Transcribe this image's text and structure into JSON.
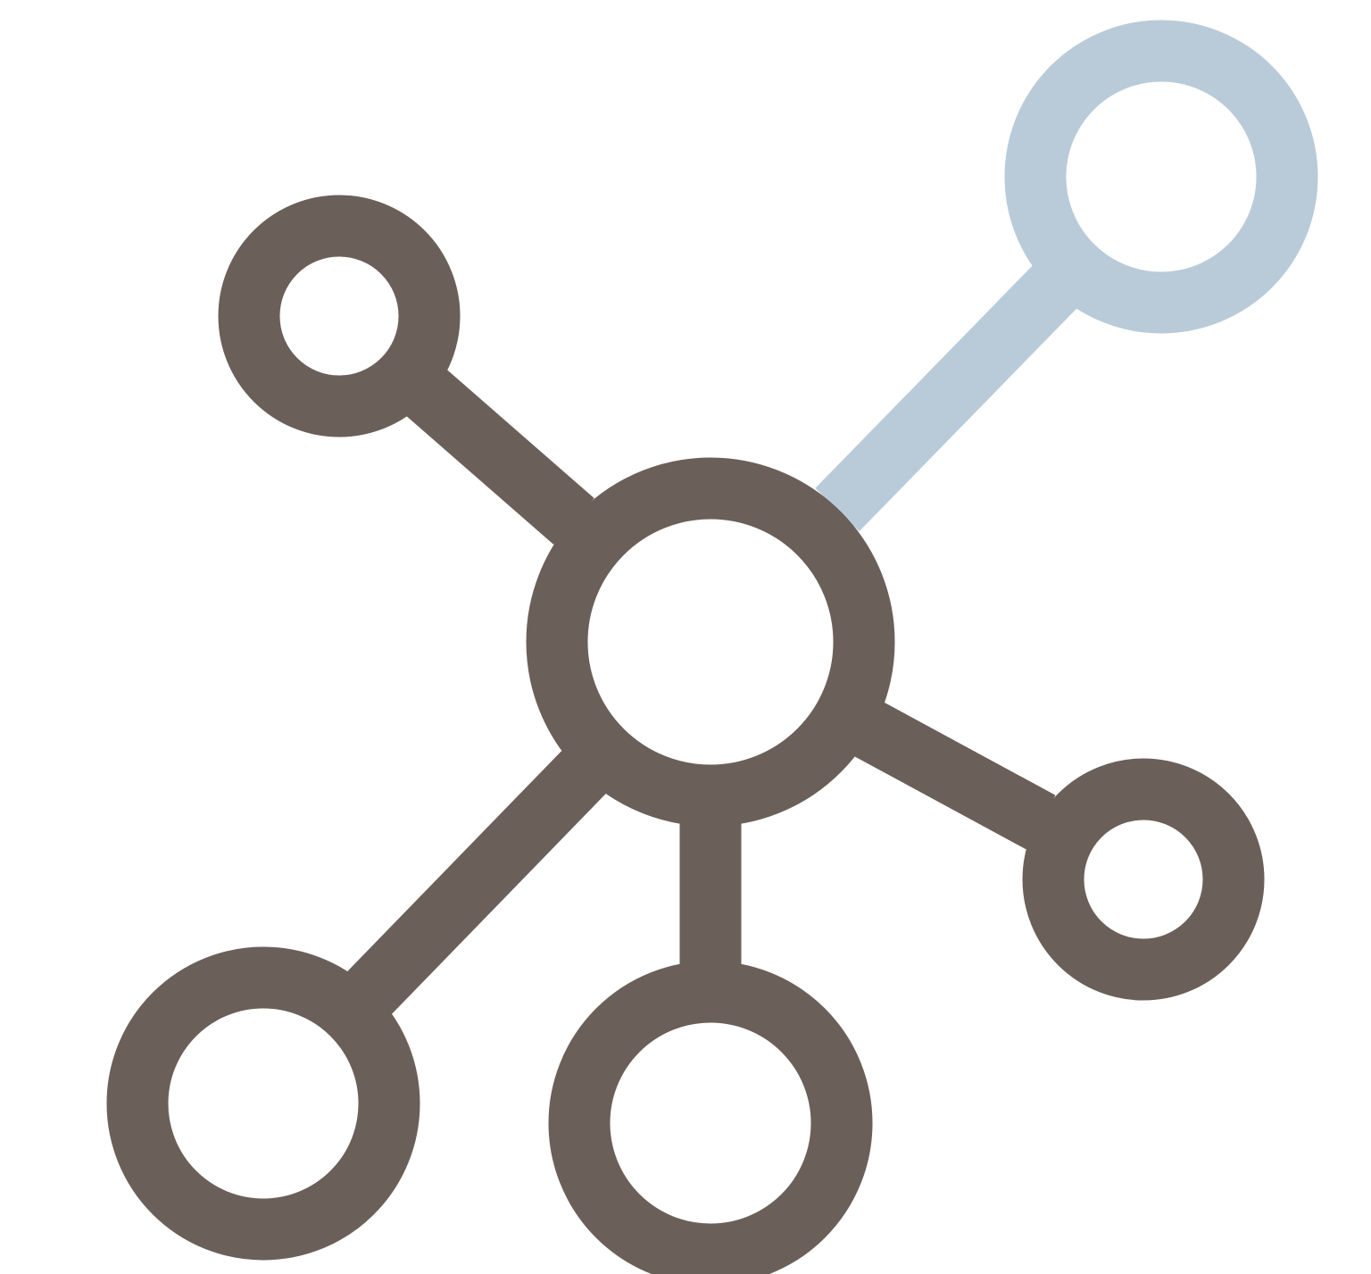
{
  "diagram": {
    "type": "network-icon",
    "colors": {
      "primary": "#6b5f59",
      "highlight": "#b9cbd8",
      "background": "#ffffff"
    },
    "nodes": [
      {
        "id": "hub",
        "role": "center",
        "color": "primary"
      },
      {
        "id": "top-left",
        "role": "satellite",
        "color": "primary"
      },
      {
        "id": "top-right",
        "role": "satellite",
        "color": "highlight"
      },
      {
        "id": "right",
        "role": "satellite",
        "color": "primary"
      },
      {
        "id": "bottom-center",
        "role": "satellite",
        "color": "primary"
      },
      {
        "id": "bottom-left",
        "role": "satellite",
        "color": "primary"
      }
    ],
    "edges": [
      {
        "from": "hub",
        "to": "top-left",
        "color": "primary"
      },
      {
        "from": "hub",
        "to": "top-right",
        "color": "highlight"
      },
      {
        "from": "hub",
        "to": "right",
        "color": "primary"
      },
      {
        "from": "hub",
        "to": "bottom-center",
        "color": "primary"
      },
      {
        "from": "hub",
        "to": "bottom-left",
        "color": "primary"
      }
    ]
  }
}
